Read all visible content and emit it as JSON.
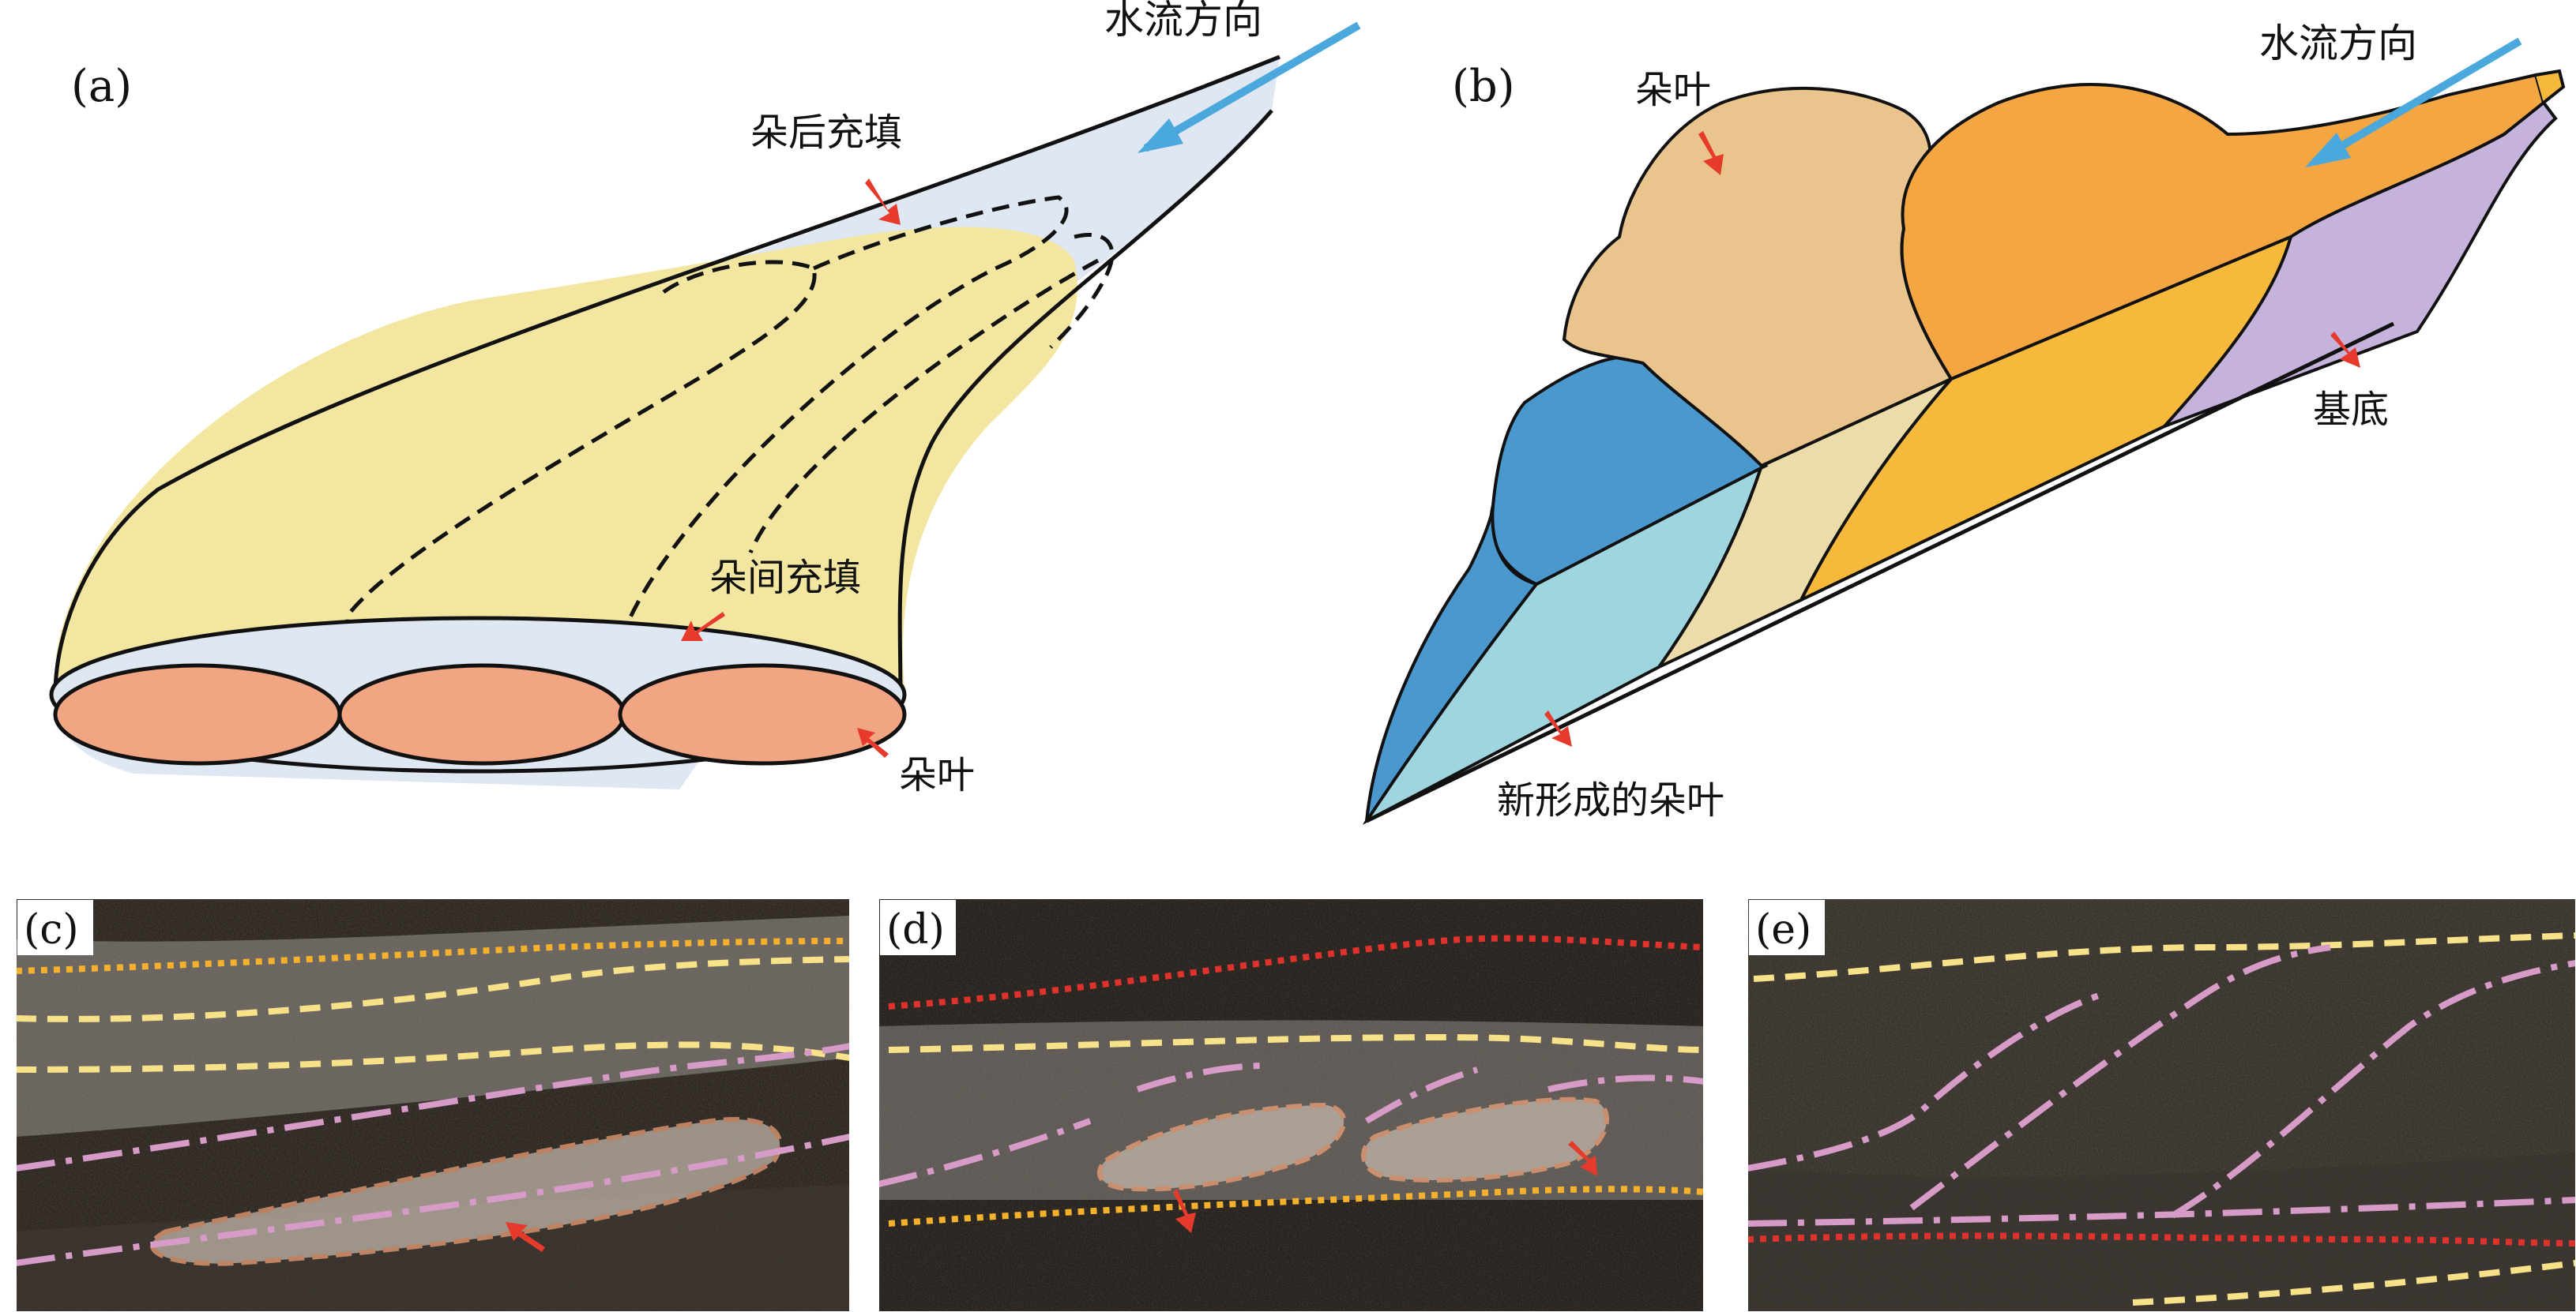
{
  "colors": {
    "fan_fill": "#f3e6a0",
    "channel_fill": "#dfe7f3",
    "lobe_fill": "#f2a582",
    "water_arrow": "#4aa8dc",
    "pointer_arrow": "#e53a2c",
    "rock_dark": "#5d554f",
    "rock_light": "#a6a09a",
    "line_orange": "#f6b12c",
    "line_yellow": "#f7e289",
    "line_pink": "#d79bc8",
    "line_red": "#e0322c",
    "lens_outline": "#f5a57a",
    "b_beige": "#e9c48d",
    "b_orange": "#f3a641",
    "b_gold": "#f6b93b",
    "b_cream": "#ebdca9",
    "b_blue": "#4b98cf",
    "b_lightblue": "#9ed5df",
    "b_lavender": "#c5b3dc"
  },
  "panel_a": {
    "letter": "(a)",
    "flow_direction": "水流方向",
    "back_fill": "朵后充填",
    "inter_fill": "朵间充填",
    "lobe": "朵叶"
  },
  "panel_b": {
    "letter": "(b)",
    "flow_direction": "水流方向",
    "lobe": "朵叶",
    "basement": "基底",
    "new_lobe": "新形成的朵叶"
  },
  "panel_c": {
    "letter": "(c)"
  },
  "panel_d": {
    "letter": "(d)"
  },
  "panel_e": {
    "letter": "(e)"
  }
}
